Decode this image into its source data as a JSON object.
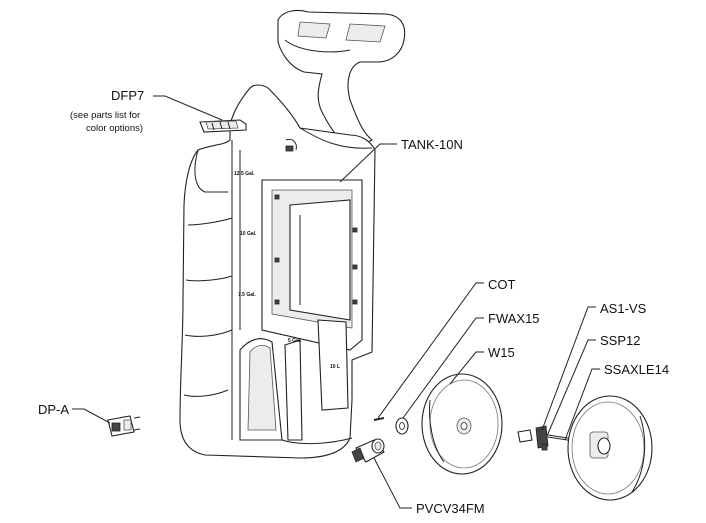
{
  "labels": {
    "dfp7": "DFP7",
    "dfp7_note_1": "(see parts list for",
    "dfp7_note_2": "color options)",
    "tank": "TANK-10N",
    "cot": "COT",
    "fwax15": "FWAX15",
    "w15": "W15",
    "as1vs": "AS1-VS",
    "ssp12": "SSP12",
    "ssaxle14": "SSAXLE14",
    "dpa": "DP-A",
    "pvcv34fm": "PVCV34FM"
  },
  "tank_marks": {
    "m125": "12.5 Gal.",
    "m10": "10 Gal.",
    "m75": "7.5 Gal.",
    "m5": "5 Gal.",
    "m10l": "10 L"
  }
}
